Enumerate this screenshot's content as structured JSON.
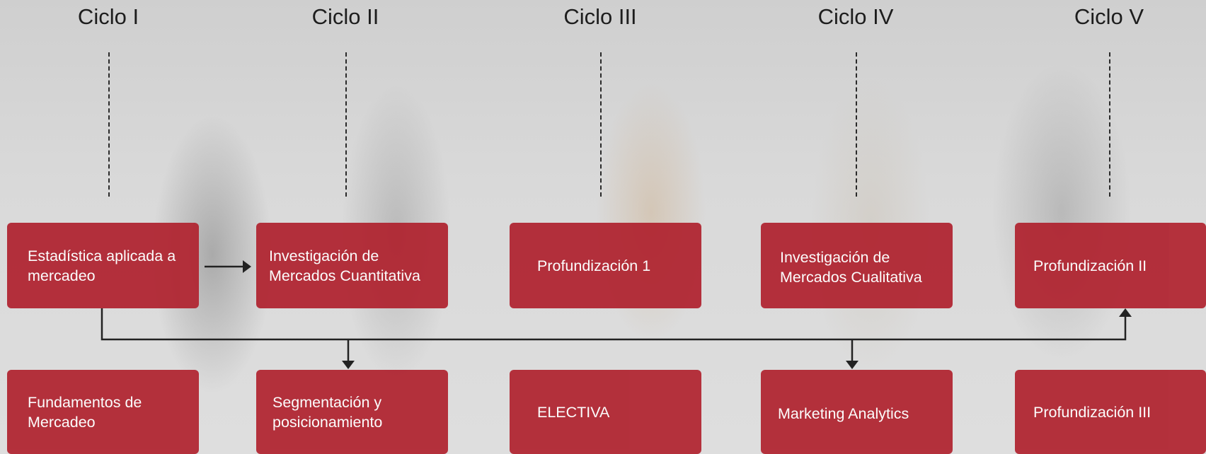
{
  "cycles": [
    {
      "title": "Ciclo I",
      "row1": "Estadística aplicada a mercadeo",
      "row2": "Fundamentos de Mercadeo"
    },
    {
      "title": "Ciclo II",
      "row1": "Investigación de Mercados Cuantitativa",
      "row2": "Segmentación y posicionamiento"
    },
    {
      "title": "Ciclo III",
      "row1": "Profundización 1",
      "row2": "ELECTIVA"
    },
    {
      "title": "Ciclo IV",
      "row1": "Investigación de Mercados Cualitativa",
      "row2": "Marketing Analytics"
    },
    {
      "title": "Ciclo V",
      "row1": "Profundización II",
      "row2": "Profundización III"
    }
  ],
  "colors": {
    "box": "#b0232f",
    "line": "#222222",
    "title": "#1d1d1d"
  }
}
